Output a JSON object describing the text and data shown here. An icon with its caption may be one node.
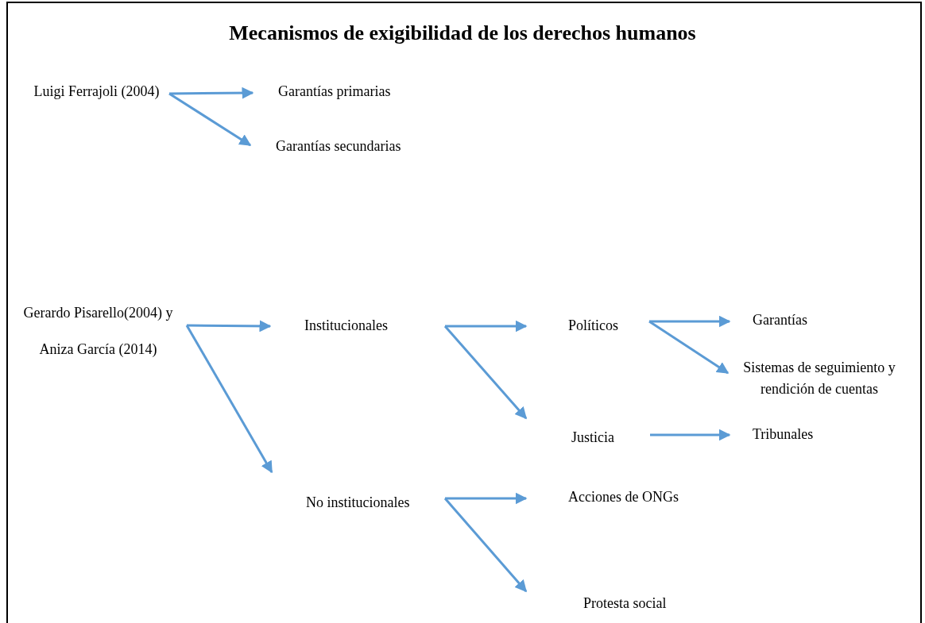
{
  "diagram": {
    "title": "Mecanismos de exigibilidad de los derechos humanos",
    "nodes": [
      {
        "text": [
          "Luigi Ferrajoli (2004)"
        ]
      },
      {
        "text": [
          "Garantías primarias"
        ]
      },
      {
        "text": [
          "Garantías secundarias"
        ]
      },
      {
        "text": [
          "Gerardo Pisarello(2004) y Aniza García (2014)"
        ]
      },
      {
        "text": [
          "Institucionales"
        ]
      },
      {
        "text": [
          "Políticos"
        ]
      },
      {
        "text": [
          "Garantías"
        ]
      },
      {
        "text": [
          "Sistemas de seguimiento y rendición de cuentas"
        ]
      },
      {
        "text": [
          "Justicia"
        ]
      },
      {
        "text": [
          "Tribunales"
        ]
      },
      {
        "text": [
          "No institucionales"
        ]
      },
      {
        "text": [
          "Acciones de ONGs"
        ]
      },
      {
        "text": [
          "Protesta social"
        ]
      }
    ],
    "edges": [
      {
        "from": 0,
        "to": 1,
        "arrow": "to"
      },
      {
        "from": 0,
        "to": 2,
        "arrow": "to"
      },
      {
        "from": 3,
        "to": 4,
        "arrow": "to"
      },
      {
        "from": 3,
        "to": 10,
        "arrow": "to"
      },
      {
        "from": 4,
        "to": 5,
        "arrow": "to"
      },
      {
        "from": 4,
        "to": 8,
        "arrow": "to"
      },
      {
        "from": 5,
        "to": 6,
        "arrow": "to"
      },
      {
        "from": 5,
        "to": 7,
        "arrow": "to"
      },
      {
        "from": 8,
        "to": 9,
        "arrow": "to"
      },
      {
        "from": 10,
        "to": 11,
        "arrow": "to"
      },
      {
        "from": 10,
        "to": 12,
        "arrow": "to"
      }
    ]
  }
}
